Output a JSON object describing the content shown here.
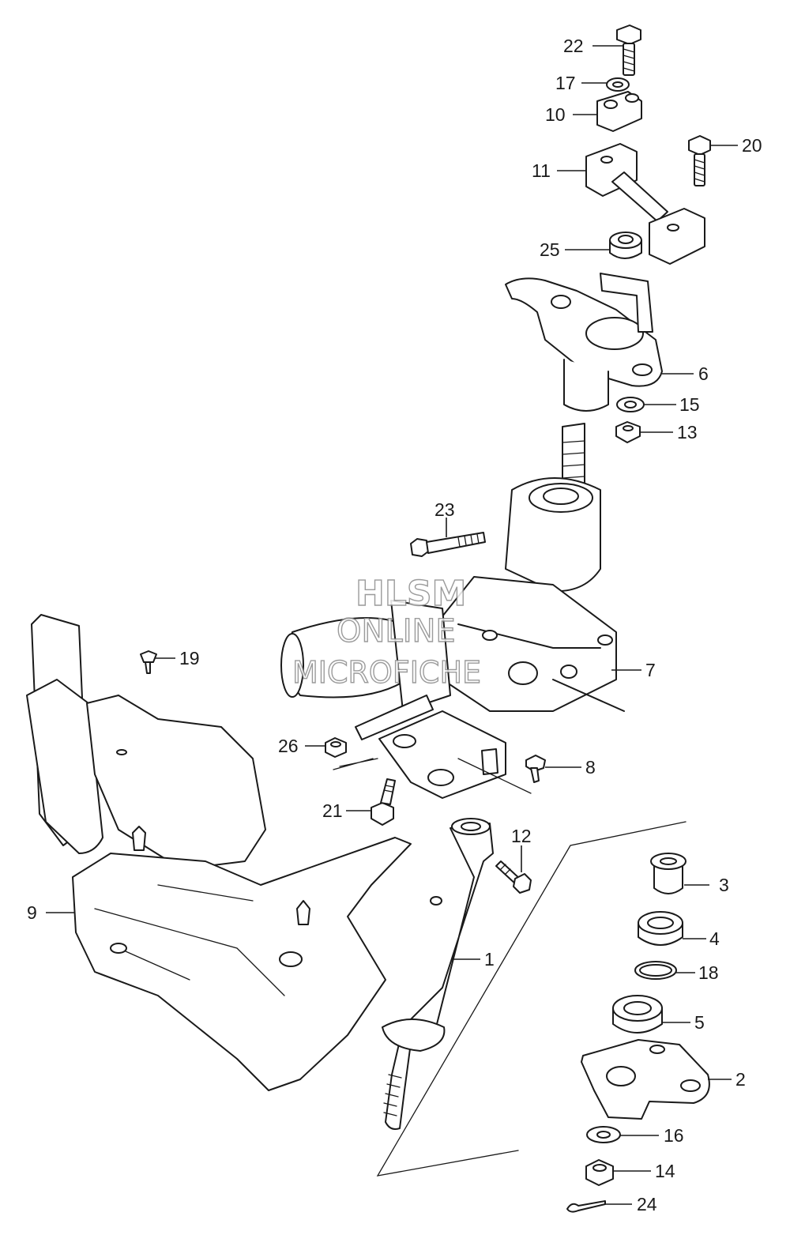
{
  "callouts": [
    {
      "id": "c22",
      "label": "22"
    },
    {
      "id": "c17",
      "label": "17"
    },
    {
      "id": "c10",
      "label": "10"
    },
    {
      "id": "c11",
      "label": "11"
    },
    {
      "id": "c20",
      "label": "20"
    },
    {
      "id": "c25",
      "label": "25"
    },
    {
      "id": "c6",
      "label": "6"
    },
    {
      "id": "c15",
      "label": "15"
    },
    {
      "id": "c13",
      "label": "13"
    },
    {
      "id": "c23",
      "label": "23"
    },
    {
      "id": "c7",
      "label": "7"
    },
    {
      "id": "c19",
      "label": "19"
    },
    {
      "id": "c26",
      "label": "26"
    },
    {
      "id": "c8",
      "label": "8"
    },
    {
      "id": "c21",
      "label": "21"
    },
    {
      "id": "c12",
      "label": "12"
    },
    {
      "id": "c3",
      "label": "3"
    },
    {
      "id": "c4",
      "label": "4"
    },
    {
      "id": "c18",
      "label": "18"
    },
    {
      "id": "c9",
      "label": "9"
    },
    {
      "id": "c1",
      "label": "1"
    },
    {
      "id": "c5",
      "label": "5"
    },
    {
      "id": "c2",
      "label": "2"
    },
    {
      "id": "c16",
      "label": "16"
    },
    {
      "id": "c14",
      "label": "14"
    },
    {
      "id": "c24",
      "label": "24"
    }
  ],
  "watermark": {
    "line1": "HLSM",
    "line2": "ONLINE",
    "line3": "MICROFICHE"
  }
}
